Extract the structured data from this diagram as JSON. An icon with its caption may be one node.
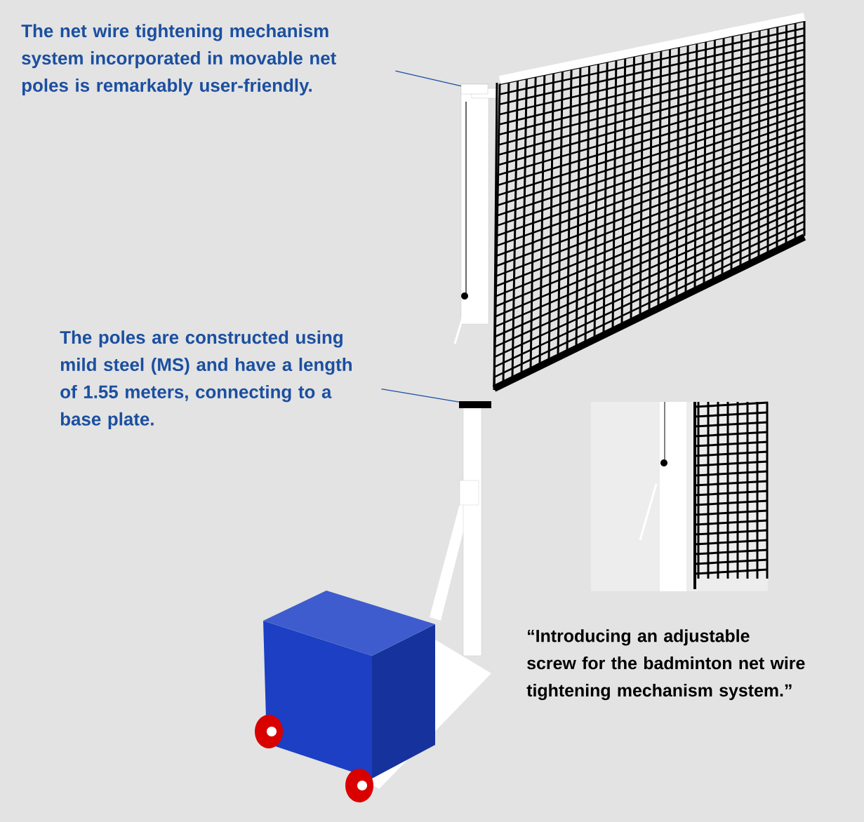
{
  "diagram": {
    "nodes": [
      {
        "text": [
          "The net wire tightening mechanism system incorporated in movable net poles is remarkably user-friendly."
        ]
      },
      {
        "text": [],
        "shape": "box"
      },
      {
        "text": [
          "The poles are constructed using mild steel (MS) and have a length of 1.55 meters, connecting to a base plate."
        ]
      },
      {
        "text": [],
        "shape": "box"
      }
    ],
    "edges": [
      {
        "from": 0,
        "to": 1,
        "arrow": "none"
      },
      {
        "from": 2,
        "to": 3,
        "arrow": "none"
      }
    ],
    "labels": [
      "“Introducing an adjustable screw for the badminton net wire tightening mechanism system.”"
    ]
  }
}
